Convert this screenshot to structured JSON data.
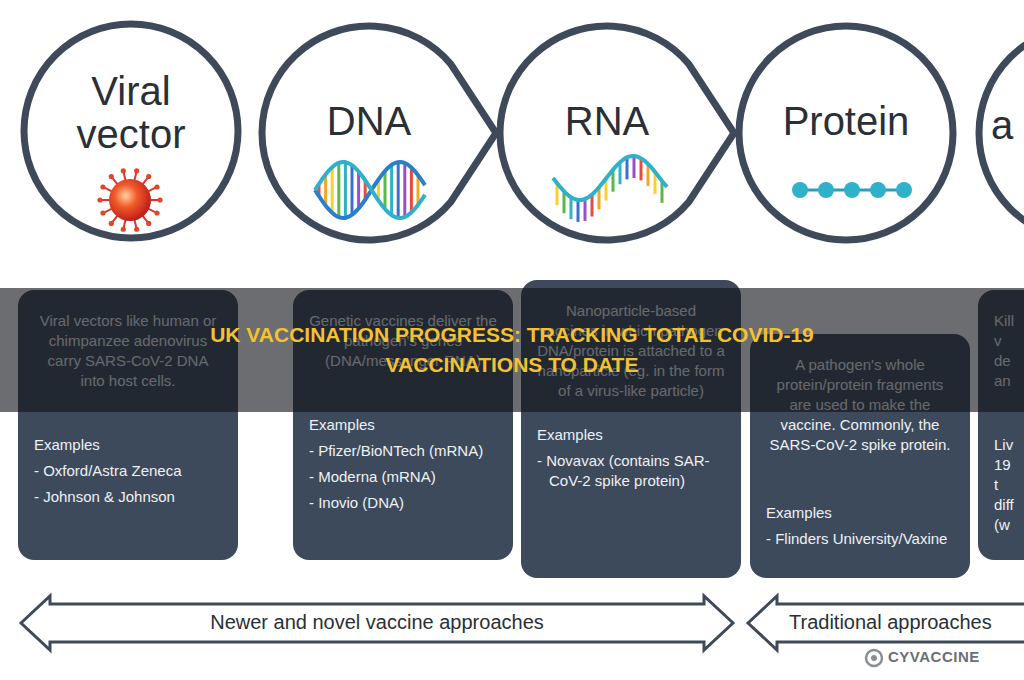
{
  "diagram": {
    "title": "UK VACCINATION PROGRESS: TRACKING TOTAL COVID-19 VACCINATIONS TO DATE",
    "nodes": [
      {
        "text": [
          "Viral vector"
        ]
      },
      {
        "text": [
          "DNA"
        ]
      },
      {
        "text": [
          "RNA"
        ]
      },
      {
        "text": [
          "Protein"
        ]
      },
      {
        "text": [
          "a"
        ]
      },
      {
        "text": [
          "Viral vectors like human or chimpanzee adenovirus carry SARS-CoV-2 DNA into host cells.",
          "Examples",
          "- Oxford/Astra Zeneca",
          "- Johnson & Johnson"
        ]
      },
      {
        "text": [
          "Genetic vaccines deliver the pathogen's genes (DNA/messenger RNA)",
          "Examples",
          "- Pfizer/BioNTech (mRNA)",
          "- Moderna (mRNA)",
          "- Inovio (DNA)"
        ]
      },
      {
        "text": [
          "Nanoparticle-based vaccines in which pathogen DNA/protein is attached to a nanoparticle (eg. in the form of a virus-like particle)",
          "Examples",
          "- Novavax (contains SAR-CoV-2 spike protein)"
        ]
      },
      {
        "text": [
          "A pathogen's whole protein/protein fragments are used to make the vaccine. Commonly, the SARS-CoV-2 spike protein.",
          "Examples",
          "- Flinders University/Vaxine"
        ]
      },
      {
        "text": [
          "Kill v de an",
          "Liv 19 t diff (w"
        ]
      },
      {
        "text": [
          "Newer and novel vaccine approaches"
        ]
      },
      {
        "text": [
          "Traditional approaches"
        ]
      }
    ],
    "labels": [
      "CYVACCINE"
    ]
  }
}
